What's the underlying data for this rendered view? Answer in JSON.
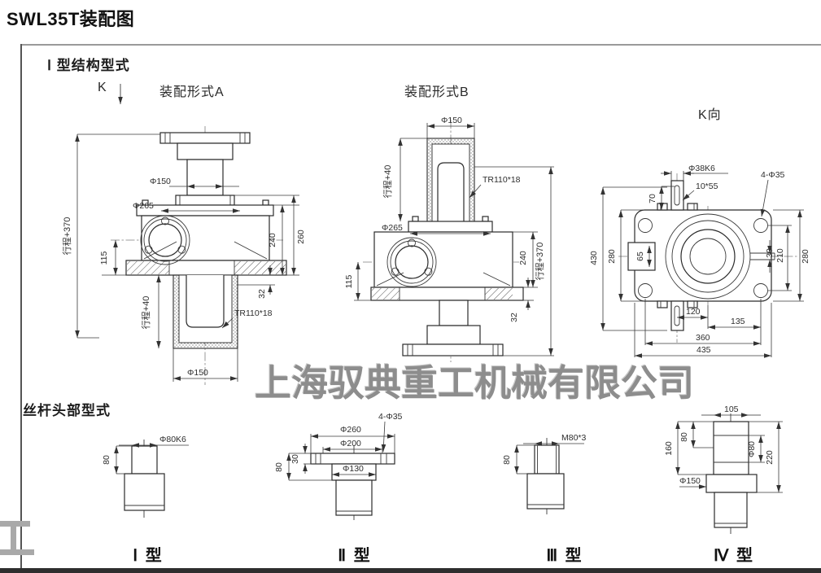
{
  "page": {
    "title": "SWL35T装配图",
    "section_structure_heading": "Ⅰ 型结构型式",
    "section_screw_heading": "丝杆头部型式",
    "watermark": "上海驭典重工机械有限公司"
  },
  "form_a": {
    "title": "装配形式A",
    "view_marker": "K",
    "dims": {
      "phi150_top": "Φ150",
      "phi265": "Φ265",
      "stroke370": "行程+370",
      "h115": "115",
      "h240": "240",
      "h260": "260",
      "h32": "32",
      "stroke40": "行程+40",
      "thread": "TR110*18",
      "phi150_bottom": "Φ150"
    }
  },
  "form_b": {
    "title": "装配形式B",
    "dims": {
      "phi150": "Φ150",
      "stroke40": "行程+40",
      "thread": "TR110*18",
      "phi265": "Φ265",
      "h115": "115",
      "h240": "240",
      "h32": "32",
      "stroke370": "行程+370"
    }
  },
  "view_k": {
    "title": "K向",
    "dims": {
      "phi38k6": "Φ38K6",
      "key": "10*55",
      "holes": "4-Φ35",
      "h70": "70",
      "h430": "430",
      "h280_left": "280",
      "h65": "65",
      "h210": "210",
      "h280_right": "280",
      "d30": "30",
      "w120": "120",
      "w135": "135",
      "w360": "360",
      "w435": "435"
    }
  },
  "types": [
    {
      "label": "Ⅰ 型",
      "dims": {
        "phi80k6": "Φ80K6",
        "h80": "80"
      }
    },
    {
      "label": "Ⅱ 型",
      "dims": {
        "holes": "4-Φ35",
        "phi260": "Φ260",
        "phi200": "Φ200",
        "phi130": "Φ130",
        "t30": "30",
        "h80": "80"
      }
    },
    {
      "label": "Ⅲ 型",
      "dims": {
        "thread": "M80*3",
        "h80": "80"
      }
    },
    {
      "label": "Ⅳ 型",
      "dims": {
        "w105": "105",
        "h80": "80",
        "h160": "160",
        "phi80": "Φ80",
        "h220": "220",
        "phi150": "Φ150"
      }
    }
  ]
}
